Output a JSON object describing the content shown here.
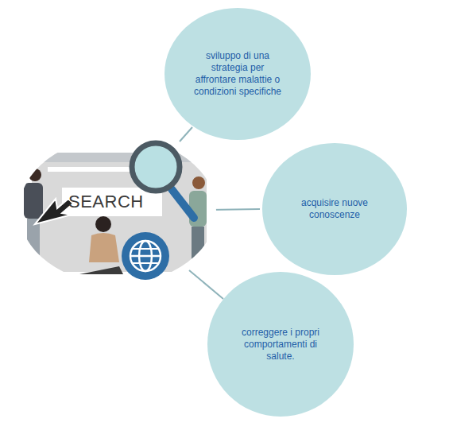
{
  "diagram": {
    "nodes": [
      {
        "text": [
          "sviluppo di una strategia per affrontare malattie o condizioni specifiche"
        ]
      },
      {
        "text": [
          "acquisire nuove conoscenze"
        ]
      },
      {
        "text": [
          "correggere i propri comportamenti di salute."
        ]
      }
    ],
    "labels": [
      "SEARCH"
    ]
  }
}
